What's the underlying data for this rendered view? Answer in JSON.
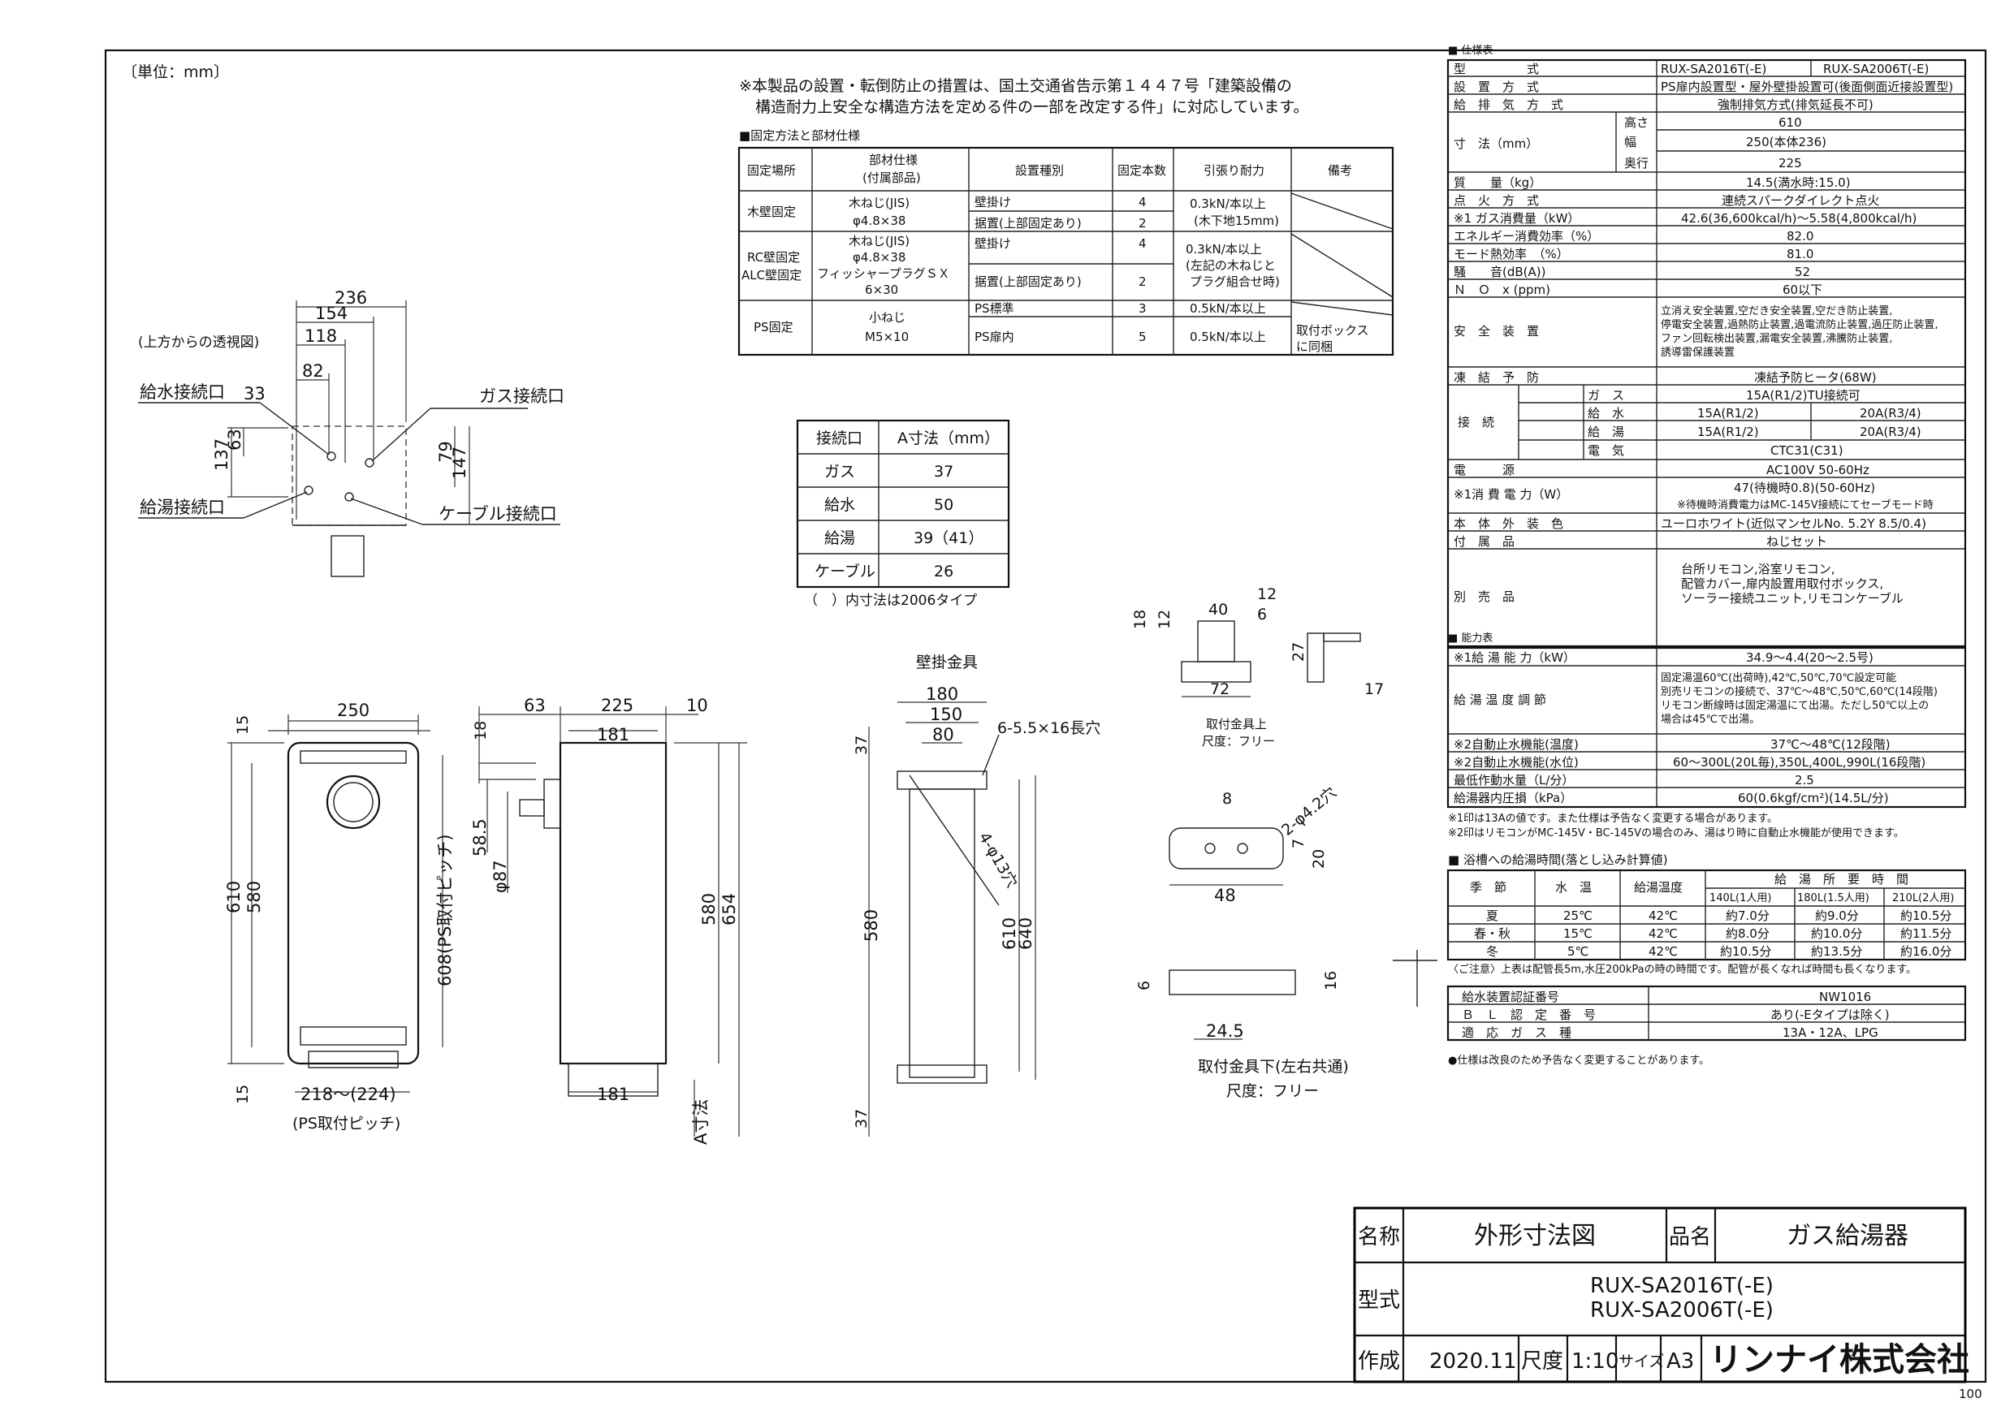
{
  "unit_note": "〔単位：mm〕",
  "notice": {
    "line1": "※本製品の設置・転倒防止の措置は、国土交通省告示第１４４７号「建築設備の",
    "line2": "構造耐力上安全な構造方法を定める件の一部を改定する件」に対応しています。"
  },
  "fix_table": {
    "title": "■固定方法と部材仕様",
    "headers": [
      "固定場所",
      "部材仕様\n(付属部品)",
      "設置種別",
      "固定本数",
      "引張り耐力",
      "備考"
    ],
    "rows": [
      {
        "place": "木壁固定",
        "spec": "木ねじ(JIS)\nφ4.8×38",
        "types": [
          "壁掛け",
          "据置(上部固定あり)"
        ],
        "counts": [
          "4",
          "2"
        ],
        "strength": "0.3kN/本以上\n(木下地15mm)",
        "note": ""
      },
      {
        "place": "RC壁固定\nALC壁固定",
        "spec": "木ねじ(JIS)\nφ4.8×38\nフィッシャープラグＳＸ\n6×30",
        "types": [
          "壁掛け",
          "据置(上部固定あり)"
        ],
        "counts": [
          "4",
          "2"
        ],
        "strength": "0.3kN/本以上\n(左記の木ねじと\nプラグ組合せ時)",
        "note": ""
      },
      {
        "place": "PS固定",
        "spec": "小ねじ\nM5×10",
        "types": [
          "PS標準",
          "PS扉内"
        ],
        "counts": [
          "3",
          "5"
        ],
        "strength2": [
          "0.5kN/本以上",
          "0.5kN/本以上"
        ],
        "note": "取付ボックス\nに同梱"
      }
    ]
  },
  "conn_table": {
    "headers": [
      "接続口",
      "A寸法（mm）"
    ],
    "rows": [
      [
        "ガス",
        "37"
      ],
      [
        "給水",
        "50"
      ],
      [
        "給湯",
        "39（41）"
      ],
      [
        "ケーブル",
        "26"
      ]
    ],
    "footnote": "（　）内寸法は2006タイプ"
  },
  "top_view": {
    "caption": "(上方からの透視図)",
    "labels": {
      "water_in": "給水接続口",
      "gas": "ガス接続口",
      "hot_out": "給湯接続口",
      "cable": "ケーブル接続口"
    },
    "dims": [
      "236",
      "154",
      "118",
      "82",
      "33",
      "63",
      "137",
      "79",
      "147"
    ]
  },
  "front_view": {
    "dims": [
      "250",
      "15",
      "610",
      "580",
      "15",
      "608(PS取付ピッチ)",
      "218～(224)",
      "(PS取付ピッチ)"
    ]
  },
  "side_view": {
    "dims": [
      "63",
      "225",
      "10",
      "181",
      "18",
      "58.5",
      "φ87",
      "580",
      "654",
      "181",
      "A寸法"
    ]
  },
  "bracket": {
    "title": "壁掛金具",
    "dims": [
      "180",
      "150",
      "80",
      "6-5.5×16長穴",
      "4-φ13穴",
      "37",
      "580",
      "610",
      "640",
      "37"
    ]
  },
  "mount_upper": {
    "caption": "取付金具上",
    "scale": "尺度：フリー",
    "dims": [
      "40",
      "12",
      "6",
      "18",
      "12",
      "72",
      "27",
      "17"
    ]
  },
  "mount_lower": {
    "caption": "取付金具下(左右共通)",
    "scale": "尺度：フリー",
    "dims": [
      "8",
      "2-φ4.2穴",
      "7",
      "20",
      "48",
      "6",
      "16",
      "24.5"
    ]
  },
  "spec": {
    "title": "■ 仕様表",
    "rows": [
      {
        "label": "型　　　　　式",
        "values": [
          "RUX-SA2016T(-E)",
          "RUX-SA2006T(-E)"
        ]
      },
      {
        "label": "設　置　方　式",
        "values": [
          "PS扉内設置型・屋外壁掛設置可(後面側面近接設置型)"
        ]
      },
      {
        "label": "給　排　気　方　式",
        "values": [
          "強制排気方式(排気延長不可)"
        ]
      },
      {
        "label": "寸　法（mm）",
        "sub": [
          [
            "高さ",
            "610"
          ],
          [
            "幅",
            "250(本体236)"
          ],
          [
            "奥行",
            "225"
          ]
        ]
      },
      {
        "label": "質　　量（kg）",
        "values": [
          "14.5(満水時:15.0)"
        ]
      },
      {
        "label": "点　火　方　式",
        "values": [
          "連続スパークダイレクト点火"
        ]
      },
      {
        "label": "※1 ガス消費量（kW）",
        "values": [
          "42.6(36,600kcal/h)～5.58(4,800kcal/h)"
        ]
      },
      {
        "label": "エネルギー消費効率（%）",
        "values": [
          "82.0"
        ]
      },
      {
        "label": "モード熱効率　（%）",
        "values": [
          "81.0"
        ]
      },
      {
        "label": "騒　　音(dB(A))",
        "values": [
          "52"
        ]
      },
      {
        "label": "Ｎ　Ｏ　x (ppm)",
        "values": [
          "60以下"
        ]
      },
      {
        "label": "安　全　装　置",
        "lines": [
          "立消え安全装置,空だき安全装置,空だき防止装置,",
          "停電安全装置,過熱防止装置,過電流防止装置,過圧防止装置,",
          "ファン回転検出装置,漏電安全装置,沸騰防止装置,",
          "誘導雷保護装置"
        ]
      },
      {
        "label": "凍　結　予　防",
        "values": [
          "凍結予防ヒータ(68W)"
        ]
      },
      {
        "label": "接　続",
        "sub": [
          [
            "ガ　ス",
            "15A(R1/2)TU接続可",
            ""
          ],
          [
            "給　水",
            "15A(R1/2)",
            "20A(R3/4)"
          ],
          [
            "給　湯",
            "15A(R1/2)",
            "20A(R3/4)"
          ],
          [
            "電　気",
            "CTC31(C31)",
            ""
          ]
        ]
      },
      {
        "label": "電　　　源",
        "values": [
          "AC100V 50-60Hz"
        ]
      },
      {
        "label": "※1消 費 電 力（W）",
        "lines": [
          "47(待機時0.8)(50-60Hz)",
          "※待機時消費電力はMC-145V接続にてセーブモード時"
        ]
      },
      {
        "label": "本　体　外　装　色",
        "values": [
          "ユーロホワイト(近似マンセルNo. 5.2Y 8.5/0.4)"
        ]
      },
      {
        "label": "付　属　品",
        "values": [
          "ねじセット"
        ]
      },
      {
        "label": "別　売　品",
        "lines": [
          "台所リモコン,浴室リモコン,",
          "配管カバー,扉内設置用取付ボックス,",
          "ソーラー接続ユニット,リモコンケーブル"
        ]
      }
    ]
  },
  "ability": {
    "title": "■ 能力表",
    "rows": [
      {
        "label": "※1給 湯 能 力（kW）",
        "lines": [
          "34.9～4.4(20～2.5号)"
        ]
      },
      {
        "label": "給 湯 温 度 調 節",
        "lines": [
          "固定湯温60℃(出荷時),42℃,50℃,70℃設定可能",
          "別売リモコンの接続で、37℃～48℃,50℃,60℃(14段階)",
          "リモコン断線時は固定湯温にて出湯。ただし50℃以上の",
          "場合は45℃で出湯。"
        ]
      },
      {
        "label": "※2自動止水機能(温度)",
        "lines": [
          "37℃～48℃(12段階)"
        ]
      },
      {
        "label": "※2自動止水機能(水位)",
        "lines": [
          "60～300L(20L毎),350L,400L,990L(16段階)"
        ]
      },
      {
        "label": "最低作動水量（L/分）",
        "lines": [
          "2.5"
        ]
      },
      {
        "label": "給湯器内圧損（kPa）",
        "lines": [
          "60(0.6kgf/cm²)(14.5L/分)"
        ]
      }
    ],
    "notes": [
      "※1印は13Aの値です。また仕様は予告なく変更する場合があります。",
      "※2印はリモコンがMC-145V・BC-145Vの場合のみ、湯はり時に自動止水機能が使用できます。"
    ]
  },
  "bath": {
    "title": "■ 浴槽への給湯時間(落とし込み計算値)",
    "headers": [
      "季　節",
      "水　温",
      "給湯温度",
      "給　湯　所　要　時　間"
    ],
    "sub_headers": [
      "140L(1人用)",
      "180L(1.5人用)",
      "210L(2人用)"
    ],
    "rows": [
      [
        "夏",
        "25℃",
        "42℃",
        "約7.0分",
        "約9.0分",
        "約10.5分"
      ],
      [
        "春・秋",
        "15℃",
        "42℃",
        "約8.0分",
        "約10.0分",
        "約11.5分"
      ],
      [
        "冬",
        "5℃",
        "42℃",
        "約10.5分",
        "約13.5分",
        "約16.0分"
      ]
    ],
    "note": "〈ご注意〉上表は配管長5m,水圧200kPaの時の時間です。配管が長くなれば時間も長くなります。"
  },
  "cert": {
    "rows": [
      [
        "給水装置認証番号",
        "NW1016"
      ],
      [
        "Ｂ　Ｌ　認　定　番　号",
        "あり(-Eタイプは除く)"
      ],
      [
        "適　応　ガ　ス　種",
        "13A・12A、LPG"
      ]
    ],
    "note": "●仕様は改良のため予告なく変更することがあります。"
  },
  "title_block": {
    "name_label": "名称",
    "name": "外形寸法図",
    "product_label": "品名",
    "product": "ガス給湯器",
    "model_label": "型式",
    "model1": "RUX-SA2016T(-E)",
    "model2": "RUX-SA2006T(-E)",
    "made_label": "作成",
    "date": "2020.11",
    "scale_label": "尺度",
    "scale": "1:10",
    "size_label": "サイズ",
    "size": "A3",
    "company": "リンナイ株式会社"
  },
  "page_no": "100"
}
